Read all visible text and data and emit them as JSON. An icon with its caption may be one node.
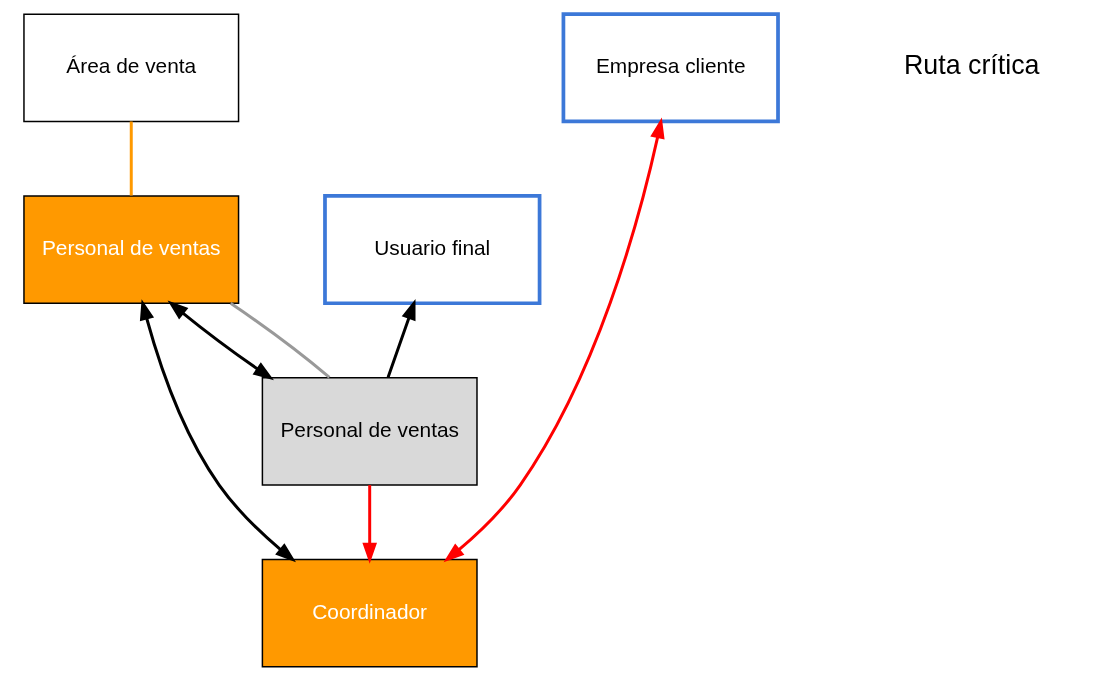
{
  "diagram": {
    "nodes": [
      {
        "text": [
          "Área de venta"
        ]
      },
      {
        "text": [
          "Empresa cliente"
        ]
      },
      {
        "text": [
          "Coordinador"
        ]
      },
      {
        "text": [
          "Personal de ventas"
        ]
      },
      {
        "text": [
          "Usuario final"
        ]
      },
      {
        "text": [
          "Personal de ventas"
        ]
      }
    ],
    "edges": [
      {
        "from": 2,
        "to": 1,
        "arrow": "both",
        "color": "#ff0000"
      },
      {
        "from": 0,
        "to": 3,
        "arrow": "none",
        "color": "#ff9900"
      },
      {
        "from": 2,
        "to": 3,
        "arrow": "both"
      },
      {
        "from": 3,
        "to": 5,
        "arrow": "both"
      },
      {
        "from": 5,
        "to": 4,
        "arrow": "to"
      },
      {
        "from": 5,
        "to": 2,
        "arrow": "to",
        "color": "#ff0000"
      },
      {
        "from": 3,
        "to": 5,
        "arrow": "none",
        "color": "#999999"
      }
    ],
    "legend": [
      {
        "text": "Ruta crítica"
      }
    ]
  }
}
